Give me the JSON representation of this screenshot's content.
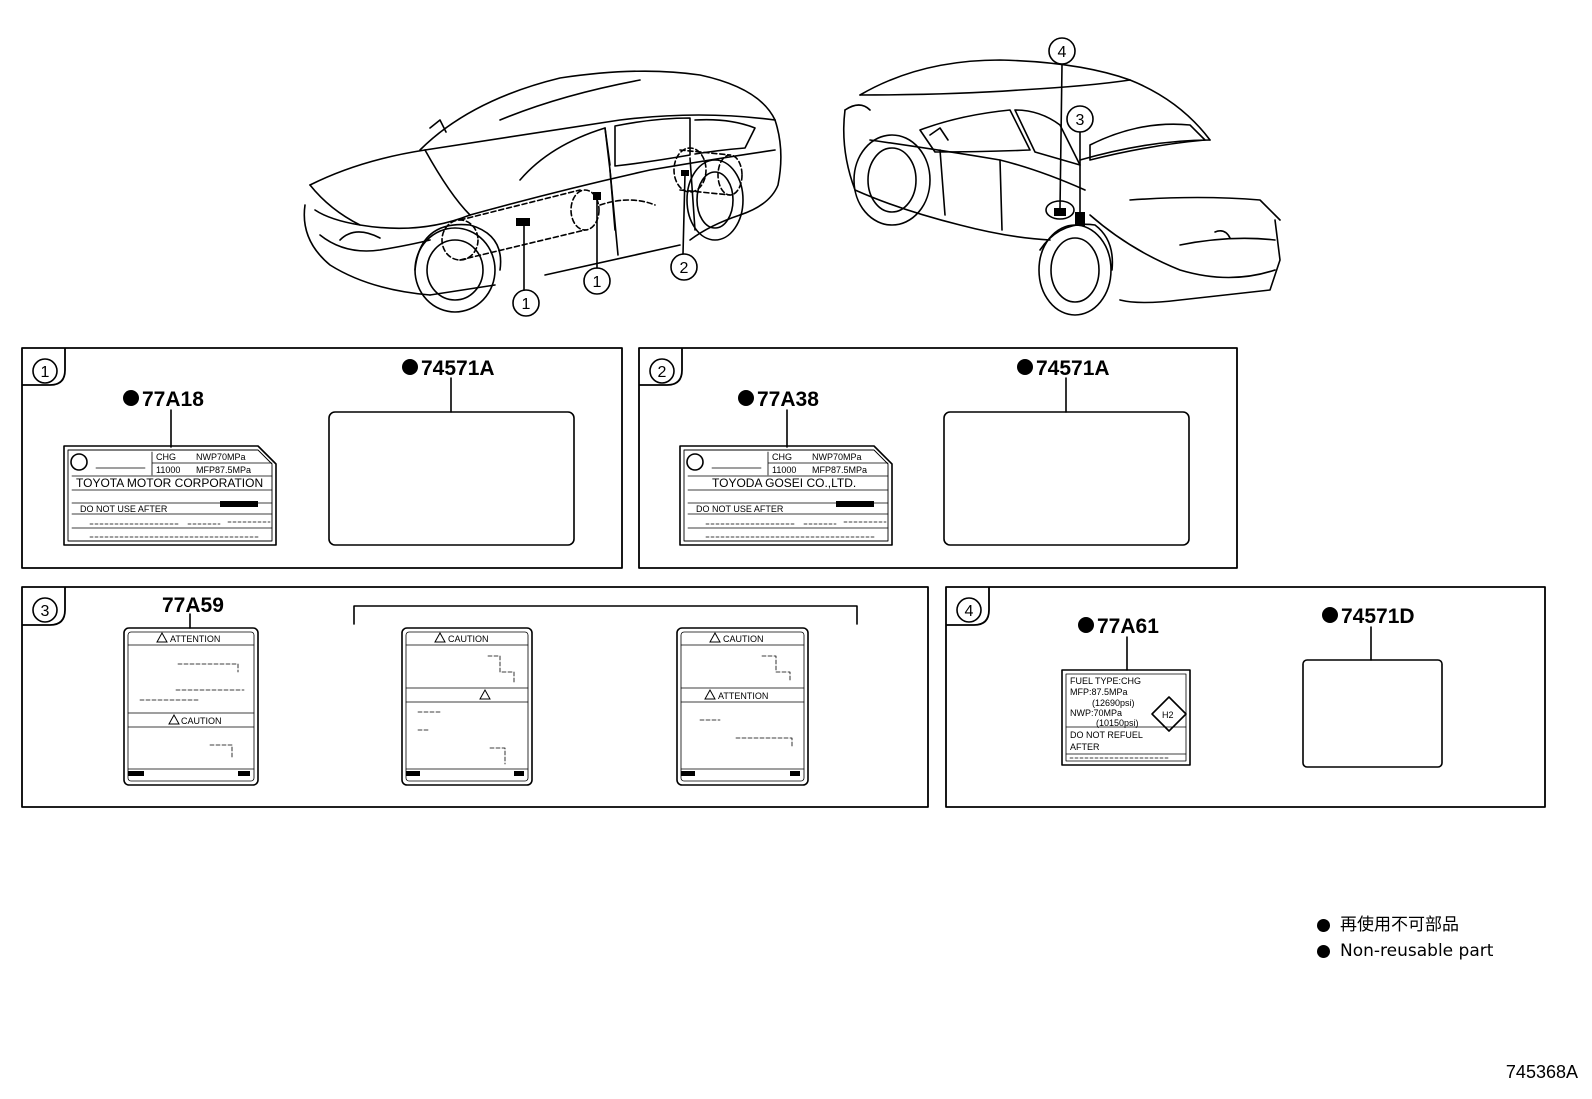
{
  "callouts": {
    "c1": "1",
    "c2": "2",
    "c3": "3",
    "c4": "4"
  },
  "panels": [
    {
      "number": "1",
      "parts": [
        "77A18",
        "74571A"
      ],
      "label_text": {
        "l1": "CHG",
        "l2": "NWP70MPa",
        "l3": "11000",
        "l4": "MFP87.5MPa",
        "maker": "TOYOTA MOTOR CORPORATION",
        "l5": "DO NOT USE AFTER"
      }
    },
    {
      "number": "2",
      "parts": [
        "77A38",
        "74571A"
      ],
      "label_text": {
        "l1": "CHG",
        "l2": "NWP70MPa",
        "l3": "11000",
        "l4": "MFP87.5MPa",
        "maker": "TOYODA GOSEI CO.,LTD.",
        "l5": "DO NOT USE AFTER"
      }
    },
    {
      "number": "3",
      "parts": [
        "77A59"
      ],
      "label_text": {
        "attention": "ATTENTION",
        "caution": "CAUTION"
      }
    },
    {
      "number": "4",
      "parts": [
        "77A61",
        "74571D"
      ],
      "label_text": {
        "t1": "FUEL TYPE:CHG",
        "t2": "MFP:87.5MPa",
        "t3": "(12690psi)",
        "t4": "NWP:70MPa",
        "t5": "(10150psi)",
        "t6": "DO NOT REFUEL",
        "t7": "AFTER",
        "h2": "H2"
      }
    }
  ],
  "legend": {
    "jp": "再使用不可部品",
    "en": "Non-reusable part"
  },
  "figure_code": "745368A"
}
